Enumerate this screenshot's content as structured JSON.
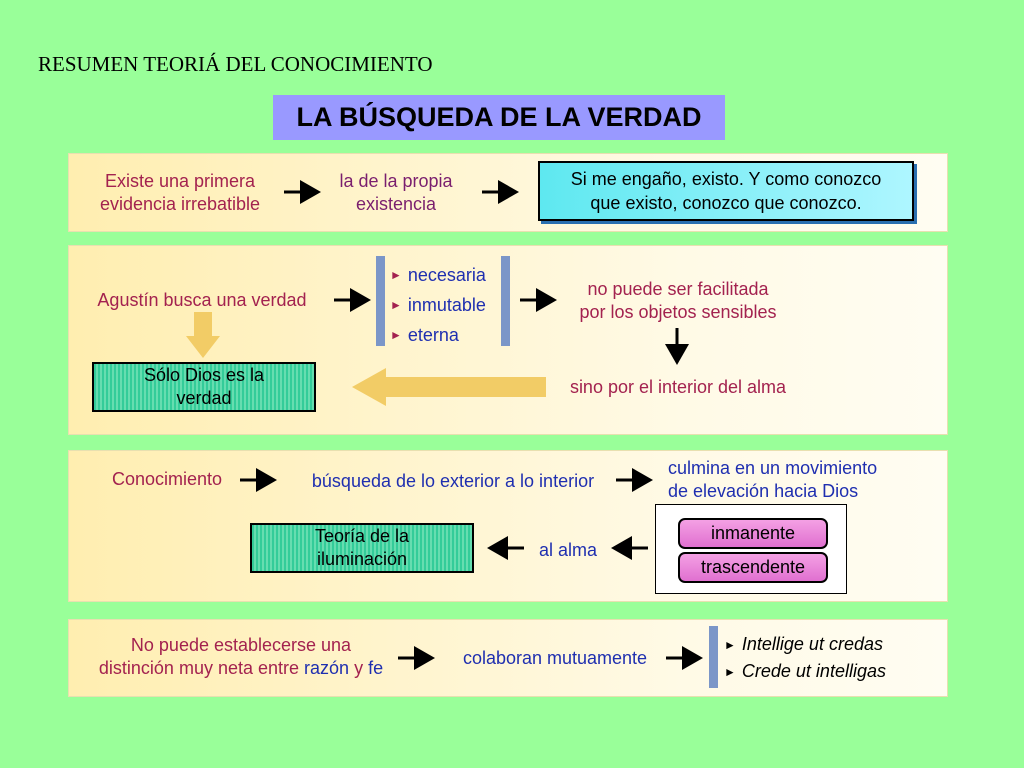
{
  "heading": "RESUMEN TEORIÁ DEL CONOCIMIENTO",
  "title": "LA BÚSQUEDA DE LA VERDAD",
  "row1": {
    "c1": [
      "Existe una primera",
      "evidencia irrebatible"
    ],
    "c2": [
      "la de la propia",
      "existencia"
    ],
    "c3": [
      "Si me engaño, existo. Y como conozco",
      "que existo, conozco que conozco."
    ]
  },
  "row2": {
    "c1": "Agustín busca una verdad",
    "list": [
      "necesaria",
      "inmutable",
      "eterna"
    ],
    "c3": [
      "no puede ser facilitada",
      "por los objetos sensibles"
    ],
    "c4": "sino por el interior del alma",
    "god": [
      "Sólo Dios es la",
      "verdad"
    ]
  },
  "row3": {
    "c1": "Conocimiento",
    "c2": "búsqueda de lo exterior a lo interior",
    "c3": [
      "culmina en un movimiento",
      "de elevación hacia Dios"
    ],
    "p1": "inmanente",
    "p2": "trascendente",
    "alma": "al alma",
    "teoria": [
      "Teoría de la",
      "iluminación"
    ]
  },
  "row4": {
    "c1a": "No puede establecerse una",
    "c1b": "distinción muy neta entre ",
    "razon": "razón",
    "y": " y ",
    "fe": "fe",
    "c2": "colaboran mutuamente",
    "list": [
      "Intellige ut credas",
      "Crede ut intelligas"
    ]
  },
  "colors": {
    "background": "#99ff99",
    "title_box": "#9999ff",
    "maroon_text": "#a3224f",
    "blue_text": "#1f2fb0",
    "cyan_box": "#5ee8f0",
    "green_box": "#33cc99",
    "pink_box": "#e070d0",
    "vertical_bar": "#7b96c8",
    "yellow_arrow": "#f2cc66"
  }
}
